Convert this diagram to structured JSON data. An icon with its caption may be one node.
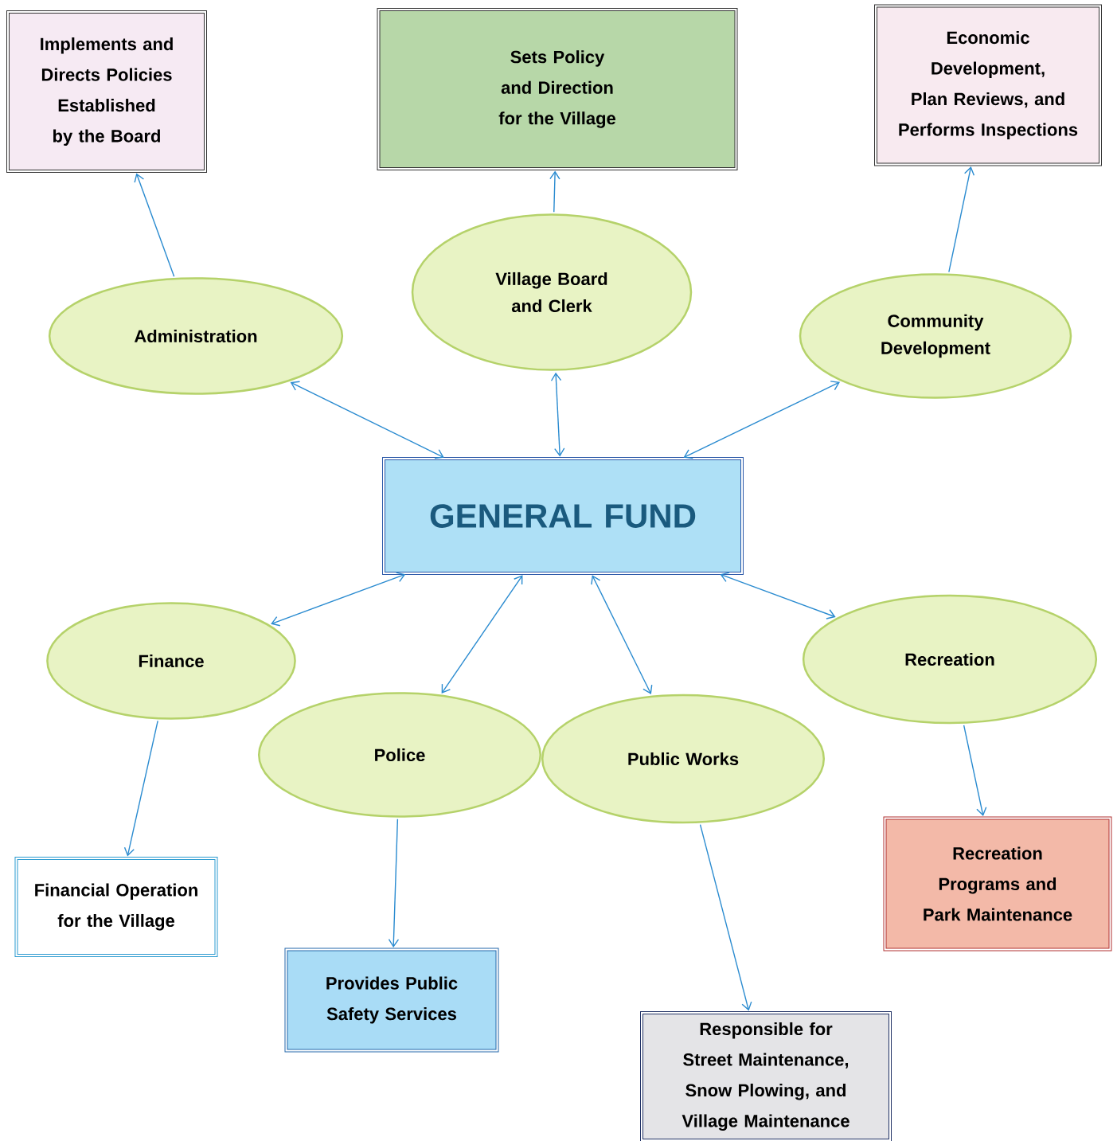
{
  "diagram": {
    "nodes": [
      {
        "text": [
          "Implements and Directs Policies Established by the Board"
        ]
      },
      {
        "text": [
          "Sets Policy and Direction for the Village"
        ]
      },
      {
        "text": [
          "Economic Development, Plan Reviews, and Performs Inspections"
        ]
      },
      {
        "text": [
          "Village Board and Clerk"
        ]
      },
      {
        "text": [
          "Administration"
        ]
      },
      {
        "text": [
          "Community Development"
        ]
      },
      {
        "text": [
          "GENERAL FUND"
        ]
      },
      {
        "text": [
          "Finance"
        ]
      },
      {
        "text": [
          "Recreation"
        ]
      },
      {
        "text": [
          "Police"
        ]
      },
      {
        "text": [
          "Public Works"
        ]
      },
      {
        "text": [
          "Recreation Programs and Park Maintenance"
        ]
      },
      {
        "text": [
          "Financial Operation for the Village"
        ]
      },
      {
        "text": [
          "Provides Public Safety Services"
        ]
      },
      {
        "text": [
          "Responsible for Street Maintenance, Snow Plowing, and Village Maintenance"
        ]
      }
    ],
    "edges": [
      {
        "from": 4,
        "to": 0,
        "arrow": "to"
      },
      {
        "from": 3,
        "to": 1,
        "arrow": "to"
      },
      {
        "from": 5,
        "to": 2,
        "arrow": "to"
      },
      {
        "from": 4,
        "to": 6,
        "arrow": "both"
      },
      {
        "from": 3,
        "to": 6,
        "arrow": "both"
      },
      {
        "from": 5,
        "to": 6,
        "arrow": "both"
      },
      {
        "from": 6,
        "to": 7,
        "arrow": "both"
      },
      {
        "from": 6,
        "to": 9,
        "arrow": "both"
      },
      {
        "from": 6,
        "to": 10,
        "arrow": "both"
      },
      {
        "from": 6,
        "to": 8,
        "arrow": "both"
      },
      {
        "from": 7,
        "to": 12,
        "arrow": "to"
      },
      {
        "from": 9,
        "to": 13,
        "arrow": "to"
      },
      {
        "from": 10,
        "to": 14,
        "arrow": "to"
      },
      {
        "from": 8,
        "to": 11,
        "arrow": "to"
      }
    ]
  }
}
